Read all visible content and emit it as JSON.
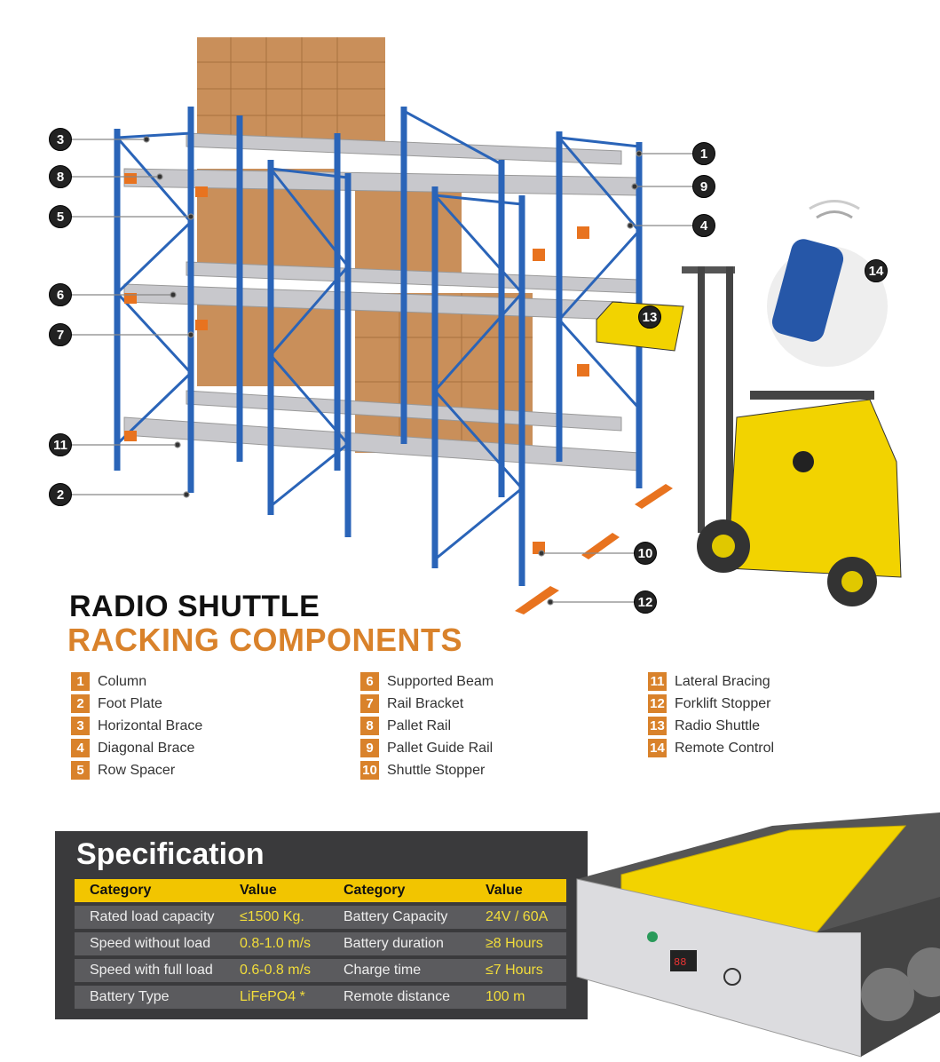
{
  "title": {
    "line1": "RADIO SHUTTLE",
    "line2": "RACKING COMPONENTS"
  },
  "colors": {
    "accent_orange": "#d9822b",
    "rack_blue": "#2a64b8",
    "spec_bg": "#3a3a3c",
    "spec_header": "#f2c500",
    "value_yellow": "#f2dd3a"
  },
  "callouts": [
    "1",
    "2",
    "3",
    "4",
    "5",
    "6",
    "7",
    "8",
    "9",
    "10",
    "11",
    "12",
    "13",
    "14"
  ],
  "components": [
    {
      "num": "1",
      "label": "Column"
    },
    {
      "num": "2",
      "label": "Foot Plate"
    },
    {
      "num": "3",
      "label": "Horizontal Brace"
    },
    {
      "num": "4",
      "label": "Diagonal Brace"
    },
    {
      "num": "5",
      "label": "Row Spacer"
    },
    {
      "num": "6",
      "label": "Supported Beam"
    },
    {
      "num": "7",
      "label": "Rail Bracket"
    },
    {
      "num": "8",
      "label": "Pallet Rail"
    },
    {
      "num": "9",
      "label": "Pallet Guide Rail"
    },
    {
      "num": "10",
      "label": "Shuttle Stopper"
    },
    {
      "num": "11",
      "label": "Lateral Bracing"
    },
    {
      "num": "12",
      "label": "Forklift Stopper"
    },
    {
      "num": "13",
      "label": "Radio Shuttle"
    },
    {
      "num": "14",
      "label": "Remote Control"
    }
  ],
  "specification": {
    "title": "Specification",
    "headers": [
      "Category",
      "Value",
      "Category",
      "Value"
    ],
    "rows": [
      [
        "Rated load capacity",
        "≤1500 Kg.",
        "Battery Capacity",
        "24V / 60A"
      ],
      [
        "Speed without load",
        "0.8-1.0 m/s",
        "Battery duration",
        "≥8 Hours"
      ],
      [
        "Speed with full load",
        "0.6-0.8 m/s",
        "Charge time",
        "≤7 Hours"
      ],
      [
        "Battery Type",
        "LiFePO4 *",
        "Remote distance",
        "100 m"
      ]
    ]
  }
}
